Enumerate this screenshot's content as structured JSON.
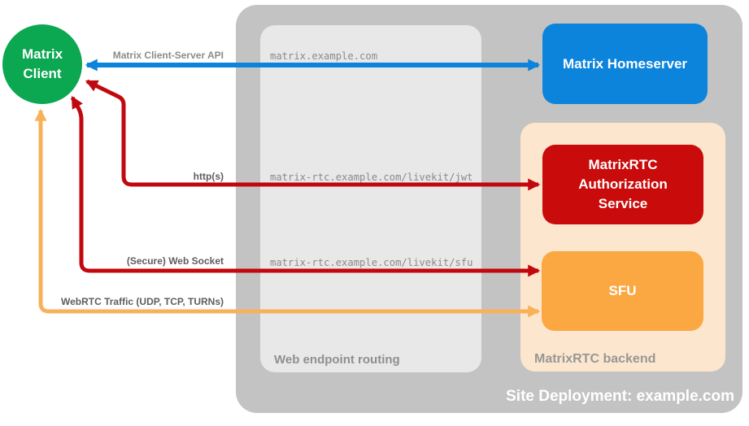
{
  "nodes": {
    "matrix_client": {
      "label": "Matrix Client",
      "color": "#0BA751"
    },
    "matrix_homeserver": {
      "label": "Matrix Homeserver",
      "color": "#0C84DC"
    },
    "matrixrtc_authorization_service": {
      "label": "MatrixRTC Authorization Service",
      "color": "#CA0B0B"
    },
    "sfu": {
      "label": "SFU",
      "color": "#FBA843"
    }
  },
  "containers": {
    "site_deployment": {
      "label": "Site Deployment: example.com",
      "color": "#C3C3C3"
    },
    "web_endpoint_routing": {
      "label": "Web endpoint routing",
      "color": "#E8E8E8"
    },
    "matrixrtc_backend": {
      "label": "MatrixRTC backend",
      "color": "#FCE6CE"
    }
  },
  "routes": {
    "client_server_api": {
      "label": "Matrix Client-Server API",
      "endpoint": "matrix.example.com",
      "color": "#0C84DC"
    },
    "https": {
      "label": "http(s)",
      "endpoint": "matrix-rtc.example.com/livekit/jwt",
      "color": "#C1080E"
    },
    "websocket": {
      "label": "(Secure) Web Socket",
      "endpoint": "matrix-rtc.example.com/livekit/sfu",
      "color": "#C1080E"
    },
    "webrtc": {
      "label": "WebRTC Traffic (UDP, TCP, TURNs)",
      "color": "#F7B259"
    }
  }
}
